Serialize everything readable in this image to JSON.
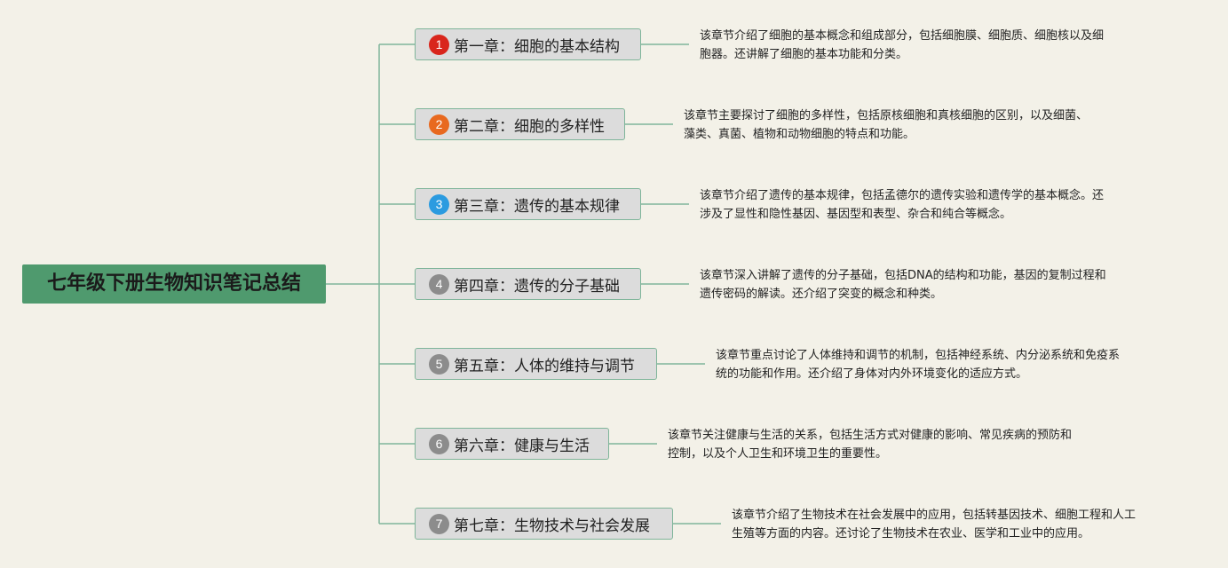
{
  "root": {
    "label": "七年级下册生物知识笔记总结"
  },
  "colors": {
    "background": "#f3f1e8",
    "root_fill": "#4f9a6e",
    "line": "#7fb59a",
    "node_fill": "#dcdcdc"
  },
  "chapters": [
    {
      "number": "1",
      "badge_color": "#d9261c",
      "title": "第一章：细胞的基本结构",
      "desc_line1": "该章节介绍了细胞的基本概念和组成部分，包括细胞膜、细胞质、细胞核以及细",
      "desc_line2": "胞器。还讲解了细胞的基本功能和分类。"
    },
    {
      "number": "2",
      "badge_color": "#e8691f",
      "title": "第二章：细胞的多样性",
      "desc_line1": "该章节主要探讨了细胞的多样性，包括原核细胞和真核细胞的区别，以及细菌、",
      "desc_line2": "藻类、真菌、植物和动物细胞的特点和功能。"
    },
    {
      "number": "3",
      "badge_color": "#2b9be0",
      "title": "第三章：遗传的基本规律",
      "desc_line1": "该章节介绍了遗传的基本规律，包括孟德尔的遗传实验和遗传学的基本概念。还",
      "desc_line2": "涉及了显性和隐性基因、基因型和表型、杂合和纯合等概念。"
    },
    {
      "number": "4",
      "badge_color": "#8c8c8c",
      "title": "第四章：遗传的分子基础",
      "desc_line1": "该章节深入讲解了遗传的分子基础，包括DNA的结构和功能，基因的复制过程和",
      "desc_line2": "遗传密码的解读。还介绍了突变的概念和种类。"
    },
    {
      "number": "5",
      "badge_color": "#8c8c8c",
      "title": "第五章：人体的维持与调节",
      "desc_line1": "该章节重点讨论了人体维持和调节的机制，包括神经系统、内分泌系统和免疫系",
      "desc_line2": "统的功能和作用。还介绍了身体对内外环境变化的适应方式。"
    },
    {
      "number": "6",
      "badge_color": "#8c8c8c",
      "title": "第六章：健康与生活",
      "desc_line1": "该章节关注健康与生活的关系，包括生活方式对健康的影响、常见疾病的预防和",
      "desc_line2": "控制，以及个人卫生和环境卫生的重要性。"
    },
    {
      "number": "7",
      "badge_color": "#8c8c8c",
      "title": "第七章：生物技术与社会发展",
      "desc_line1": "该章节介绍了生物技术在社会发展中的应用，包括转基因技术、细胞工程和人工",
      "desc_line2": "生殖等方面的内容。还讨论了生物技术在农业、医学和工业中的应用。"
    }
  ]
}
